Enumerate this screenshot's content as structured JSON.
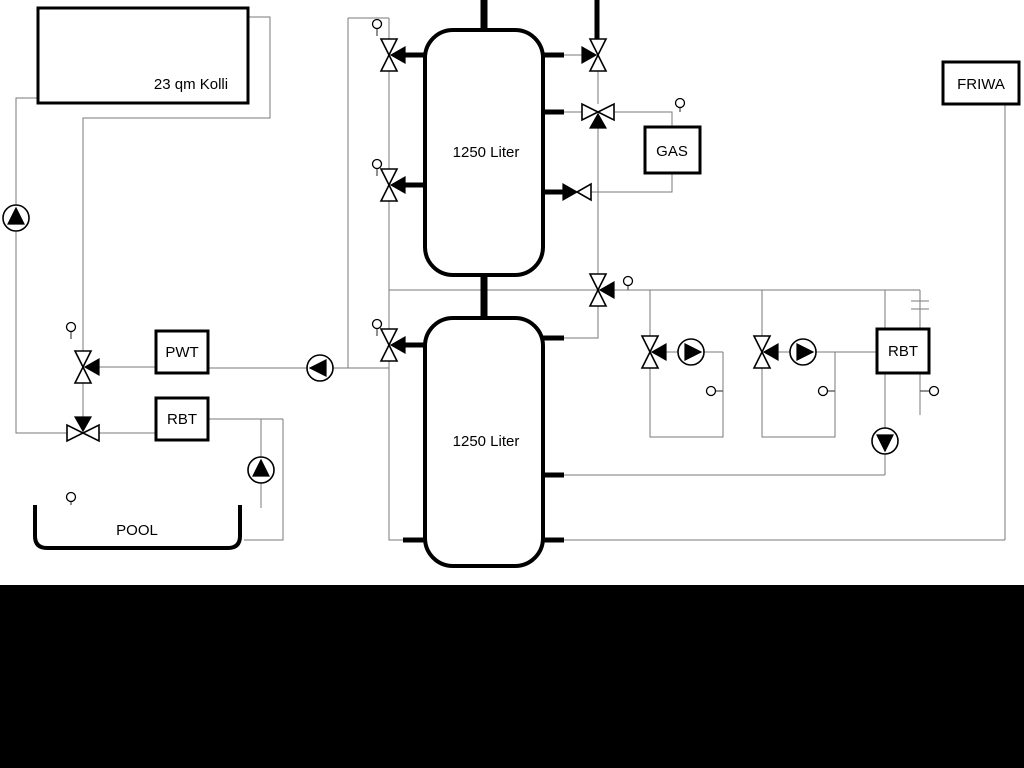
{
  "page": {
    "background": "#ffffff",
    "footer_bar_color": "#000000",
    "pipe_color": "#7a7a7a",
    "symbol_color": "#000000"
  },
  "labels": {
    "collector": "23 qm Kolli",
    "tank_top": "1250 Liter",
    "tank_bottom": "1250 Liter",
    "gas": "GAS",
    "friwa": "FRIWA",
    "pwt": "PWT",
    "rbt_left": "RBT",
    "rbt_right": "RBT",
    "pool": "POOL"
  }
}
